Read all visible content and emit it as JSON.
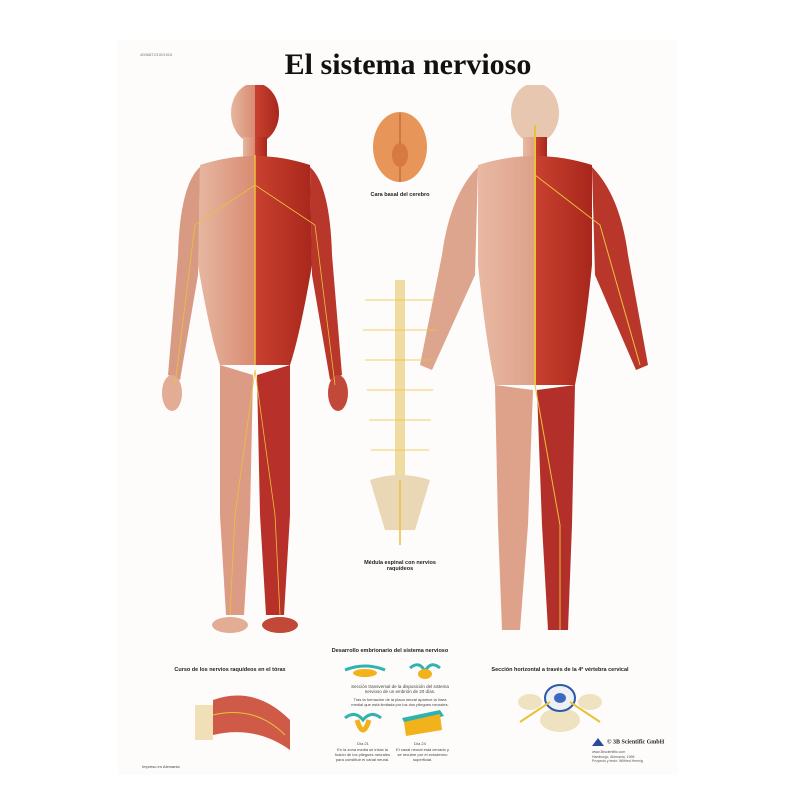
{
  "poster": {
    "code": "4006872/1001915",
    "title": "El sistema nervioso",
    "brain_caption": "Cara basal del cerebro",
    "spine_caption": "Médula espinal con nervios raquídeos",
    "thorax_caption": "Curso de los nervios raquídeos en el tórax",
    "embryo": {
      "title": "Desarrollo embrionario del sistema nervioso",
      "subtitle": "Sección transversal de la disposición del sistema nervioso de un embrión de 20 días.",
      "note": "Tras la formación de la placa neural aparece la línea medial que está limitada por los dos pliegues neurales.",
      "day21": "Día 21",
      "day21_text": "En la zona media se inicia la fusión de los pliegues neurales para constituir el canal neural.",
      "day24": "Día 24",
      "day24_text": "El canal neural está cerrado y se recubre por el ectodermo superficial."
    },
    "section_caption": "Sección horizontal a través de la 4ª vértebra cervical",
    "printed": "Impreso en Alemania",
    "publisher": "© 3B Scientific GmbH",
    "website": "www.3bscientific.com",
    "place": "Hamburgo, Alemania, 1996",
    "author": "Proyecto y texto: Wilfried Hennig"
  },
  "colors": {
    "muscle": "#c9412f",
    "skin": "#e8b49a",
    "nerve": "#e8c23a",
    "embryo_teal": "#2fb3b0",
    "embryo_yellow": "#f2b21b"
  }
}
